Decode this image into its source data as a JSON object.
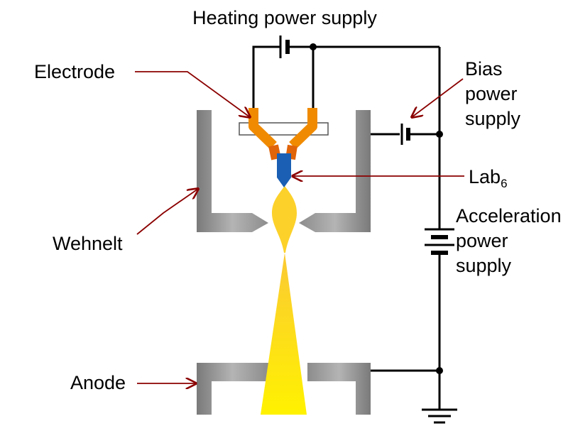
{
  "labels": {
    "heating": "Heating power supply",
    "electrode": "Electrode",
    "bias_line1": "Bias",
    "bias_line2": "power",
    "bias_line3": "supply",
    "lab6": "Lab",
    "lab6_sub": "6",
    "accel_line1": "Acceleration",
    "accel_line2": "power",
    "accel_line3": "supply",
    "wehnelt": "Wehnelt",
    "anode": "Anode"
  },
  "colors": {
    "wire": "#000000",
    "arrow": "#8b0000",
    "wehnelt_gray": "#9a9a9a",
    "electrode_orange": "#f08a00",
    "electrode_dark": "#e0640a",
    "lab6_blue": "#1a5fb4",
    "beam_gold": "#fcd12a",
    "beam_yellow": "#ffe600"
  }
}
